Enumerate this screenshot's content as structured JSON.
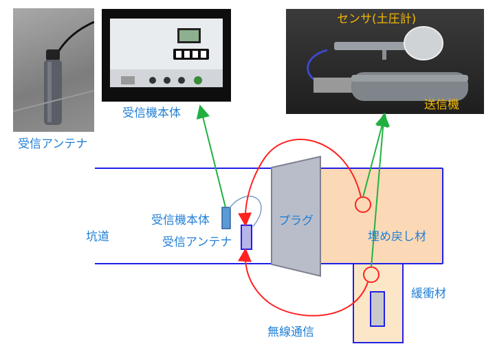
{
  "photos": {
    "antenna_caption": "受信アンテナ",
    "receiver_caption": "受信機本体",
    "sensor_caption": "センサ(土圧計)",
    "transmitter_caption": "送信機"
  },
  "diagram": {
    "tunnel_label": "坑道",
    "receiver_body_label": "受信機本体",
    "receiver_antenna_label": "受信アンテナ",
    "plug_label": "プラグ",
    "backfill_label": "埋め戻し材",
    "buffer_label": "緩衝材",
    "wireless_label": "無線通信"
  },
  "colors": {
    "line_blue": "#1e1ee6",
    "backfill_fill": "#fbd9b6",
    "buffer_fill": "#fce6c8",
    "plug_fill": "#b9bdc9",
    "radio_red": "#ff2020",
    "arrow_green": "#20b040",
    "label_blue": "#1f7fd6",
    "label_gold": "#f5b800"
  }
}
